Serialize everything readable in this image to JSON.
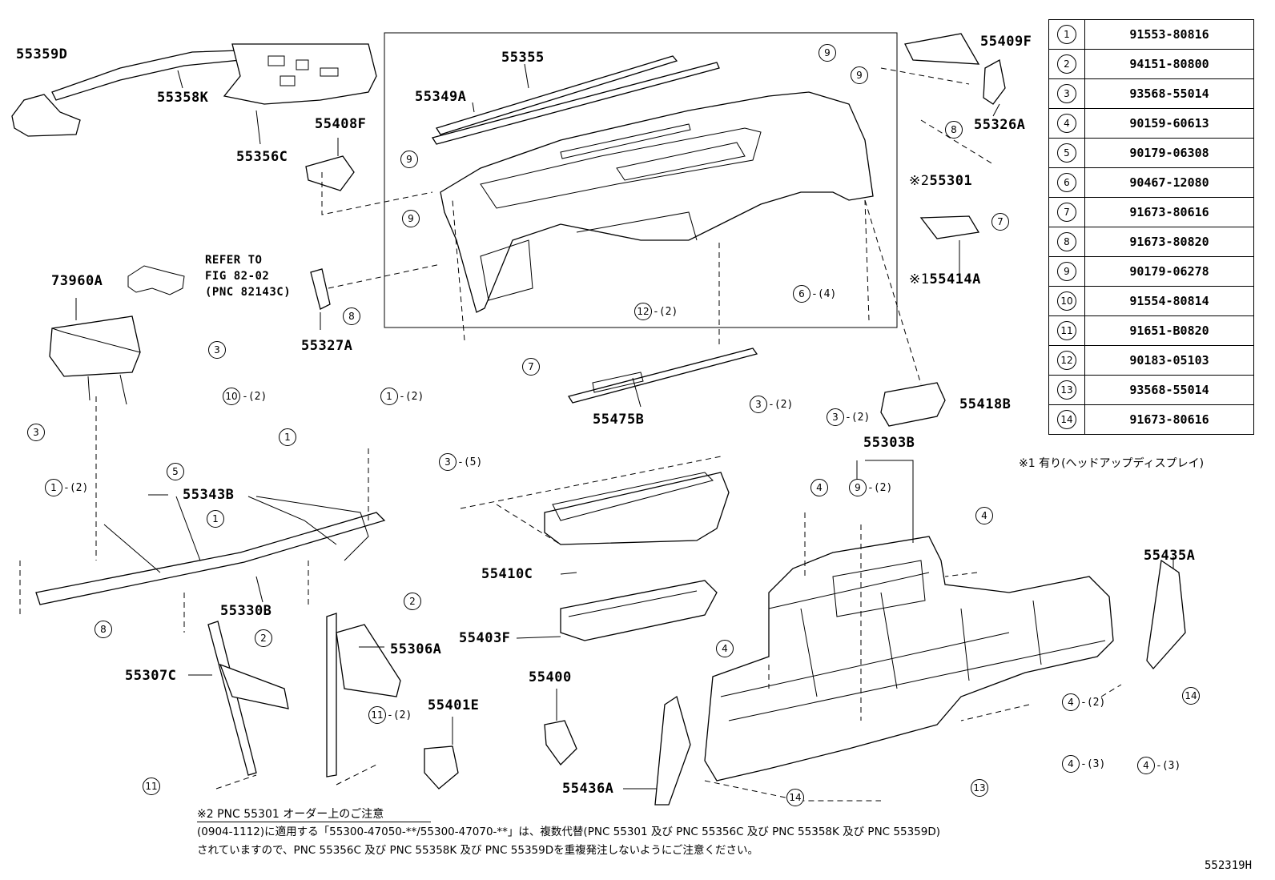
{
  "diagram_code": "552319H",
  "part_labels": {
    "p55359D": "55359D",
    "p55358K": "55358K",
    "p55356C": "55356C",
    "p55408F": "55408F",
    "p55355": "55355",
    "p55349A": "55349A",
    "p55409F": "55409F",
    "p55326A": "55326A",
    "p55301": "55301",
    "p55414A": "55414A",
    "p73960A": "73960A",
    "p55327A": "55327A",
    "p55343B": "55343B",
    "p55330B": "55330B",
    "p55306A": "55306A",
    "p55307C": "55307C",
    "p55475B": "55475B",
    "p55418B": "55418B",
    "p55303B": "55303B",
    "p55410C": "55410C",
    "p55403F": "55403F",
    "p55400": "55400",
    "p55401E": "55401E",
    "p55435A": "55435A",
    "p55436A": "55436A"
  },
  "mark_2": "※2",
  "mark_1": "※1",
  "refer_note": [
    "REFER TO",
    "FIG 82-02",
    "(PNC 82143C)"
  ],
  "callouts": {
    "c1": "1",
    "c2": "2",
    "c3": "3",
    "c4": "4",
    "c5": "5",
    "c6": "6",
    "c7": "7",
    "c8": "8",
    "c9": "9",
    "c10": "10",
    "c11": "11",
    "c12": "12",
    "c13": "13",
    "c14": "14"
  },
  "quantities": {
    "q2": "-(2)",
    "q3": "-(3)",
    "q4": "-(4)",
    "q5": "-(5)"
  },
  "parts_table": [
    {
      "index": "1",
      "part_no": "91553-80816"
    },
    {
      "index": "2",
      "part_no": "94151-80800"
    },
    {
      "index": "3",
      "part_no": "93568-55014"
    },
    {
      "index": "4",
      "part_no": "90159-60613"
    },
    {
      "index": "5",
      "part_no": "90179-06308"
    },
    {
      "index": "6",
      "part_no": "90467-12080"
    },
    {
      "index": "7",
      "part_no": "91673-80616"
    },
    {
      "index": "8",
      "part_no": "91673-80820"
    },
    {
      "index": "9",
      "part_no": "90179-06278"
    },
    {
      "index": "10",
      "part_no": "91554-80814"
    },
    {
      "index": "11",
      "part_no": "91651-B0820"
    },
    {
      "index": "12",
      "part_no": "90183-05103"
    },
    {
      "index": "13",
      "part_no": "93568-55014"
    },
    {
      "index": "14",
      "part_no": "91673-80616"
    }
  ],
  "footnote_1": "※1 有り(ヘッドアップディスプレイ)",
  "footnote_2": {
    "title": "※2 PNC 55301 オーダー上のご注意",
    "line1": "(0904-1112)に適用する「55300-47050-**/55300-47070-**」は、複数代替(PNC 55301 及び PNC 55356C 及び PNC 55358K 及び PNC 55359D)",
    "line2": "されていますので、PNC 55356C 及び PNC 55358K 及び PNC 55359Dを重複発注しないようにご注意ください。"
  }
}
